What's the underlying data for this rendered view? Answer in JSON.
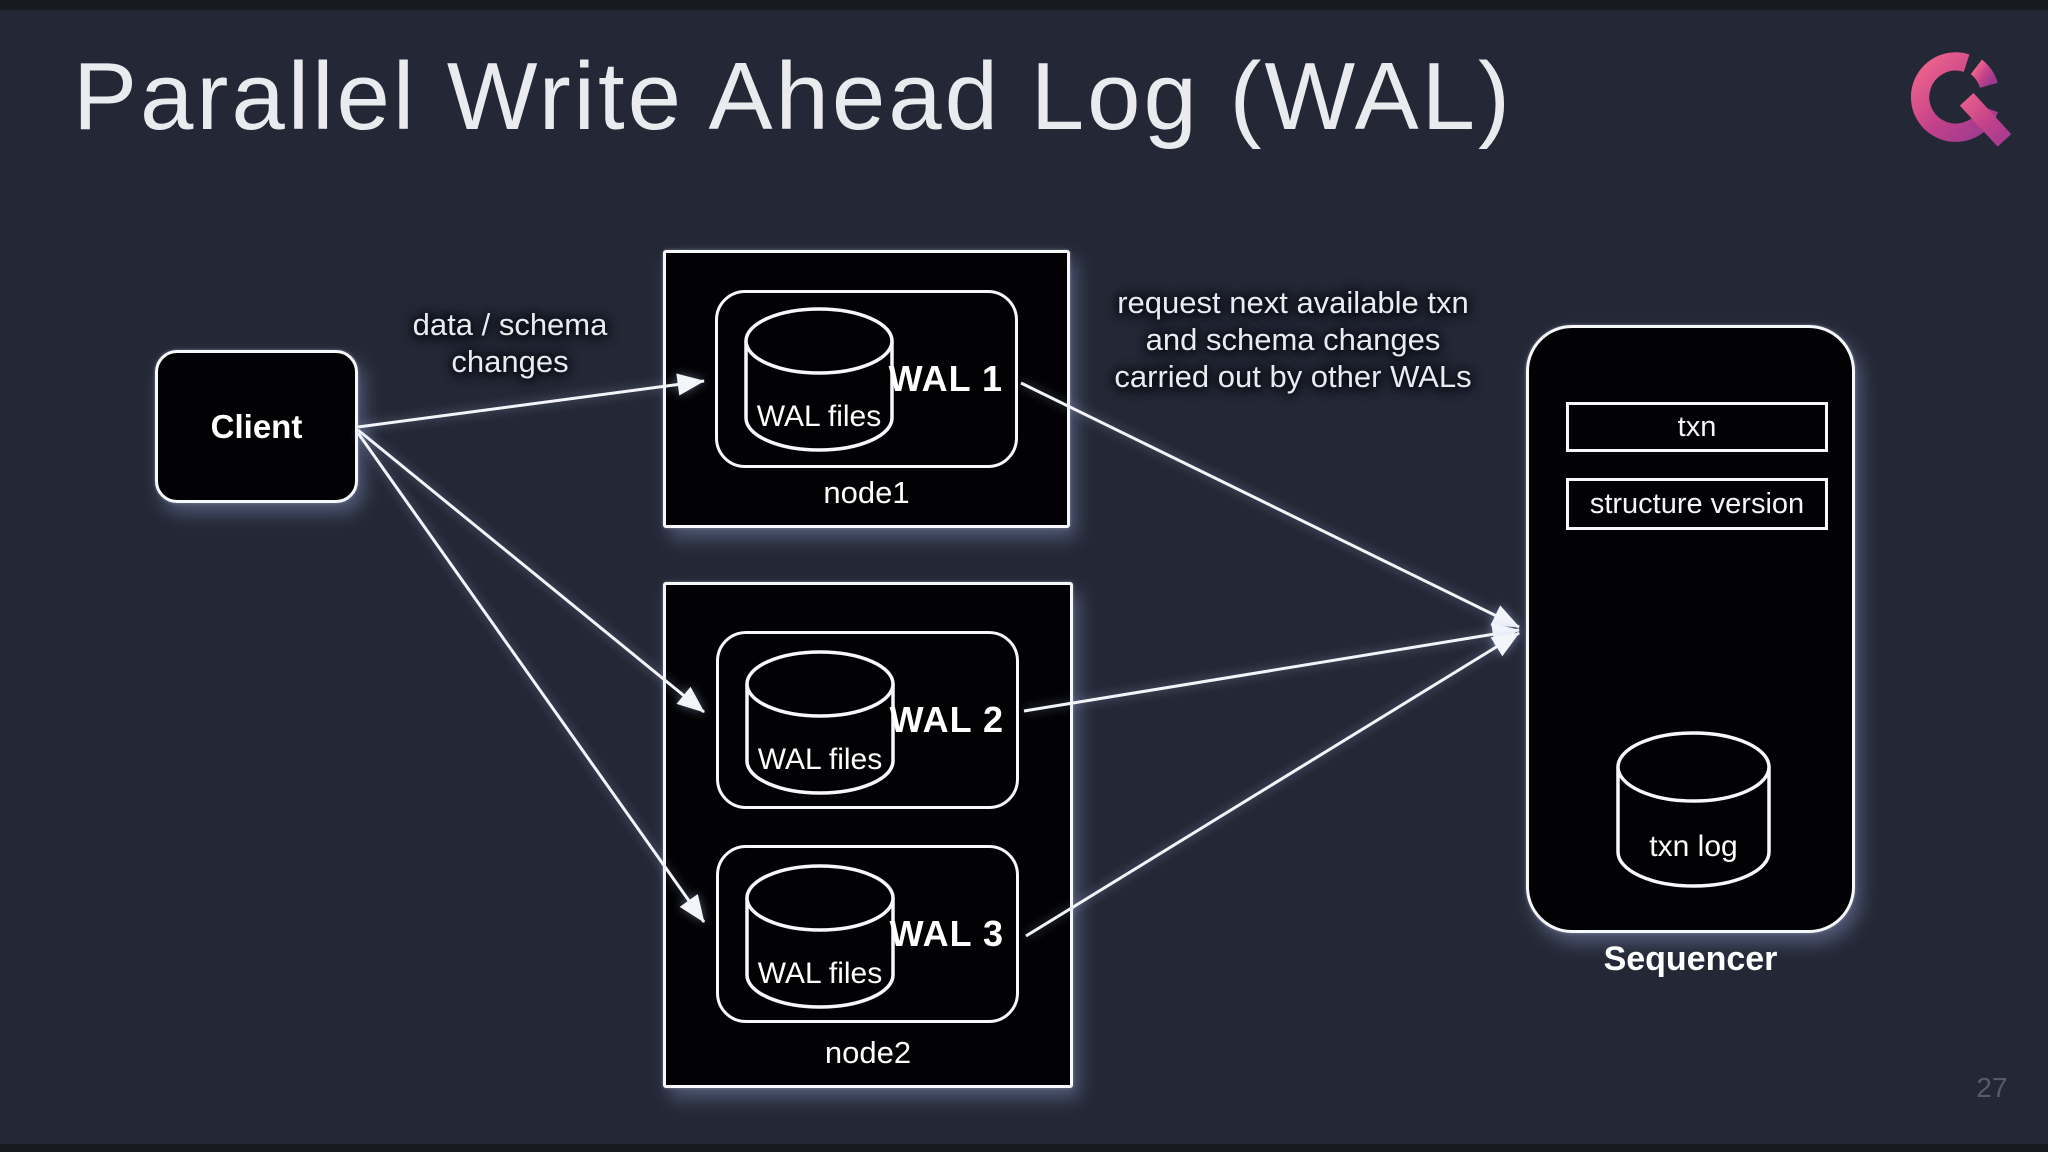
{
  "slide": {
    "title": "Parallel Write Ahead Log (WAL)",
    "page_number": "27"
  },
  "colors": {
    "background": "#242836",
    "box_fill": "#020204",
    "box_border": "#f7f8fa",
    "text": "#ffffff",
    "page_number": "#565b69",
    "logo_pink_light": "#f0648c",
    "logo_pink_dark": "#9c3b90"
  },
  "client": {
    "label": "Client"
  },
  "annotations": {
    "client_to_wals": {
      "lines": [
        "data / schema",
        "changes"
      ]
    },
    "wals_to_sequencer": {
      "lines": [
        "request next available txn",
        "and schema changes",
        "carried out by other WALs"
      ]
    }
  },
  "nodes": [
    {
      "name": "node1",
      "wals": [
        {
          "label": "WAL 1",
          "storage": "WAL files"
        }
      ]
    },
    {
      "name": "node2",
      "wals": [
        {
          "label": "WAL 2",
          "storage": "WAL files"
        },
        {
          "label": "WAL 3",
          "storage": "WAL files"
        }
      ]
    }
  ],
  "sequencer": {
    "title": "Sequencer",
    "fields": [
      "txn",
      "structure version"
    ],
    "storage": "txn log"
  },
  "edges": [
    {
      "from": "Client",
      "to": "WAL 1",
      "label": "data / schema changes"
    },
    {
      "from": "Client",
      "to": "WAL 2"
    },
    {
      "from": "Client",
      "to": "WAL 3"
    },
    {
      "from": "WAL 1",
      "to": "Sequencer",
      "label": "request next available txn and schema changes carried out by other WALs"
    },
    {
      "from": "WAL 2",
      "to": "Sequencer"
    },
    {
      "from": "WAL 3",
      "to": "Sequencer"
    }
  ]
}
